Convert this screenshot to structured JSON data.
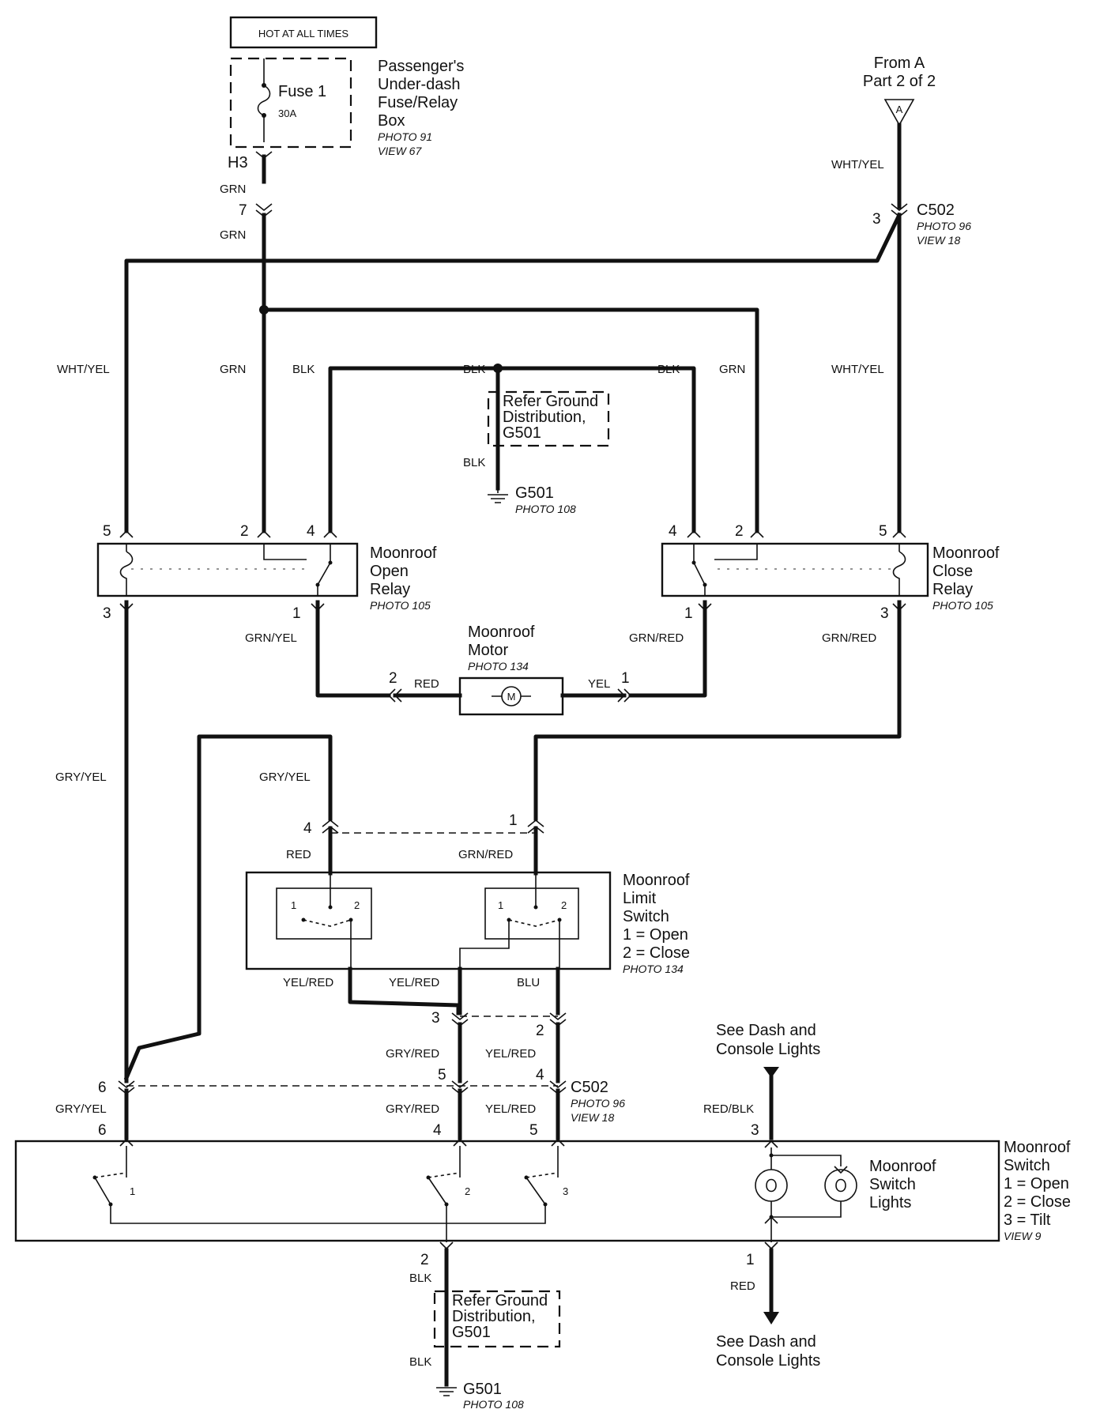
{
  "hot_box": "HOT AT ALL TIMES",
  "fuse": {
    "name": "Fuse 1",
    "rating": "30A",
    "connector": "H3",
    "box_lines": [
      "Passenger's",
      "Under-dash",
      "Fuse/Relay",
      "Box"
    ],
    "photo": "PHOTO 91",
    "view": "VIEW 67"
  },
  "from_a": {
    "lines": [
      "From A",
      "Part 2 of 2"
    ],
    "letter": "A"
  },
  "c502_top": {
    "name": "C502",
    "photo": "PHOTO 96",
    "view": "VIEW 18"
  },
  "c502_bottom": {
    "name": "C502",
    "photo": "PHOTO 96",
    "view": "VIEW 18"
  },
  "ground_ref": [
    "Refer Ground",
    "Distribution,",
    "G501"
  ],
  "g501": {
    "name": "G501",
    "photo": "PHOTO 108"
  },
  "open_relay": {
    "lines": [
      "Moonroof",
      "Open",
      "Relay"
    ],
    "photo": "PHOTO 105"
  },
  "close_relay": {
    "lines": [
      "Moonroof",
      "Close",
      "Relay"
    ],
    "photo": "PHOTO 105"
  },
  "motor": {
    "lines": [
      "Moonroof",
      "Motor"
    ],
    "photo": "PHOTO 134",
    "symbol": "M"
  },
  "limit_switch": {
    "lines": [
      "Moonroof",
      "Limit",
      "Switch",
      "1 =  Open",
      "2 =  Close"
    ],
    "photo": "PHOTO 134"
  },
  "moonroof_switch": {
    "lines": [
      "Moonroof",
      "Switch",
      "1 =  Open",
      "2 =  Close",
      "3 =  Tilt"
    ],
    "view": "VIEW 9"
  },
  "switch_lights": [
    "Moonroof",
    "Switch",
    "Lights"
  ],
  "dash_lights": [
    "See Dash and",
    "Console Lights"
  ],
  "wires": {
    "grn": "GRN",
    "wht_yel": "WHT/YEL",
    "blk": "BLK",
    "grn_yel": "GRN/YEL",
    "grn_red": "GRN/RED",
    "red": "RED",
    "yel": "YEL",
    "gry_yel": "GRY/YEL",
    "yel_red": "YEL/RED",
    "blu": "BLU",
    "gry_red": "GRY/RED",
    "red_blk": "RED/BLK"
  },
  "pins": {
    "p1": "1",
    "p2": "2",
    "p3": "3",
    "p4": "4",
    "p5": "5",
    "p6": "6",
    "p7": "7"
  }
}
